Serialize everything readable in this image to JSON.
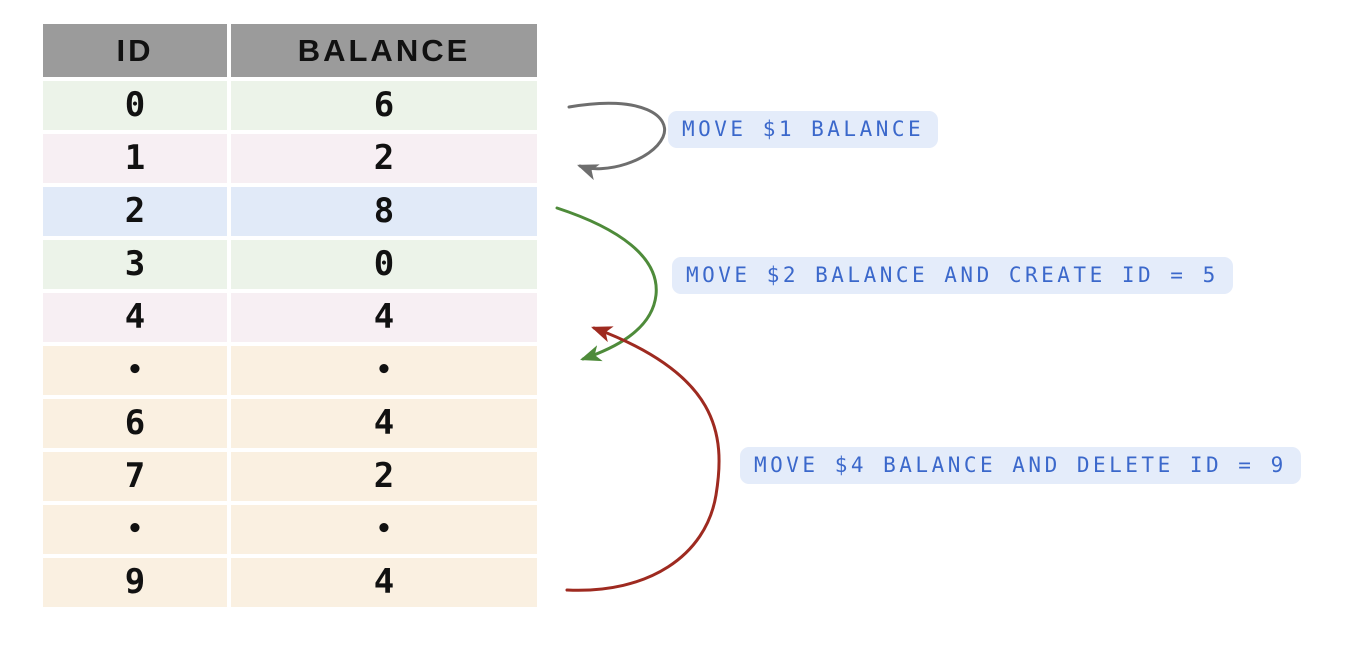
{
  "table": {
    "columns": [
      "ID",
      "BALANCE"
    ],
    "rows": [
      {
        "id": "0",
        "balance": "6",
        "color": "green",
        "ellipsis": false
      },
      {
        "id": "1",
        "balance": "2",
        "color": "pink",
        "ellipsis": false
      },
      {
        "id": "2",
        "balance": "8",
        "color": "blue",
        "ellipsis": false
      },
      {
        "id": "3",
        "balance": "0",
        "color": "green",
        "ellipsis": false
      },
      {
        "id": "4",
        "balance": "4",
        "color": "pink",
        "ellipsis": false
      },
      {
        "id": "•",
        "balance": "•",
        "color": "cream",
        "ellipsis": true
      },
      {
        "id": "6",
        "balance": "4",
        "color": "cream",
        "ellipsis": false
      },
      {
        "id": "7",
        "balance": "2",
        "color": "cream",
        "ellipsis": false
      },
      {
        "id": "•",
        "balance": "•",
        "color": "cream",
        "ellipsis": true
      },
      {
        "id": "9",
        "balance": "4",
        "color": "cream",
        "ellipsis": false
      }
    ]
  },
  "annotations": [
    {
      "label": "MOVE $1 BALANCE",
      "arrow_color": "#6e6e6e",
      "from_row_id": "0",
      "to_row_id": "1"
    },
    {
      "label": "MOVE $2 BALANCE AND CREATE ID = 5",
      "arrow_color": "#4e8b3a",
      "from_row_id": "2",
      "to_row_id": "•"
    },
    {
      "label": "MOVE $4 BALANCE AND DELETE ID = 9",
      "arrow_color": "#9e2a20",
      "from_row_id": "9",
      "to_row_id": "4"
    }
  ],
  "colors": {
    "header_bg": "#9b9b9b",
    "row_green": "#ecf3e9",
    "row_pink": "#f7eff3",
    "row_blue": "#e1eaf8",
    "row_cream": "#faf0e1",
    "pill_bg": "#e4ecfa",
    "pill_text": "#3b68cb",
    "arrow_gray": "#6e6e6e",
    "arrow_green": "#4e8b3a",
    "arrow_red": "#9e2a20",
    "text": "#111111"
  }
}
